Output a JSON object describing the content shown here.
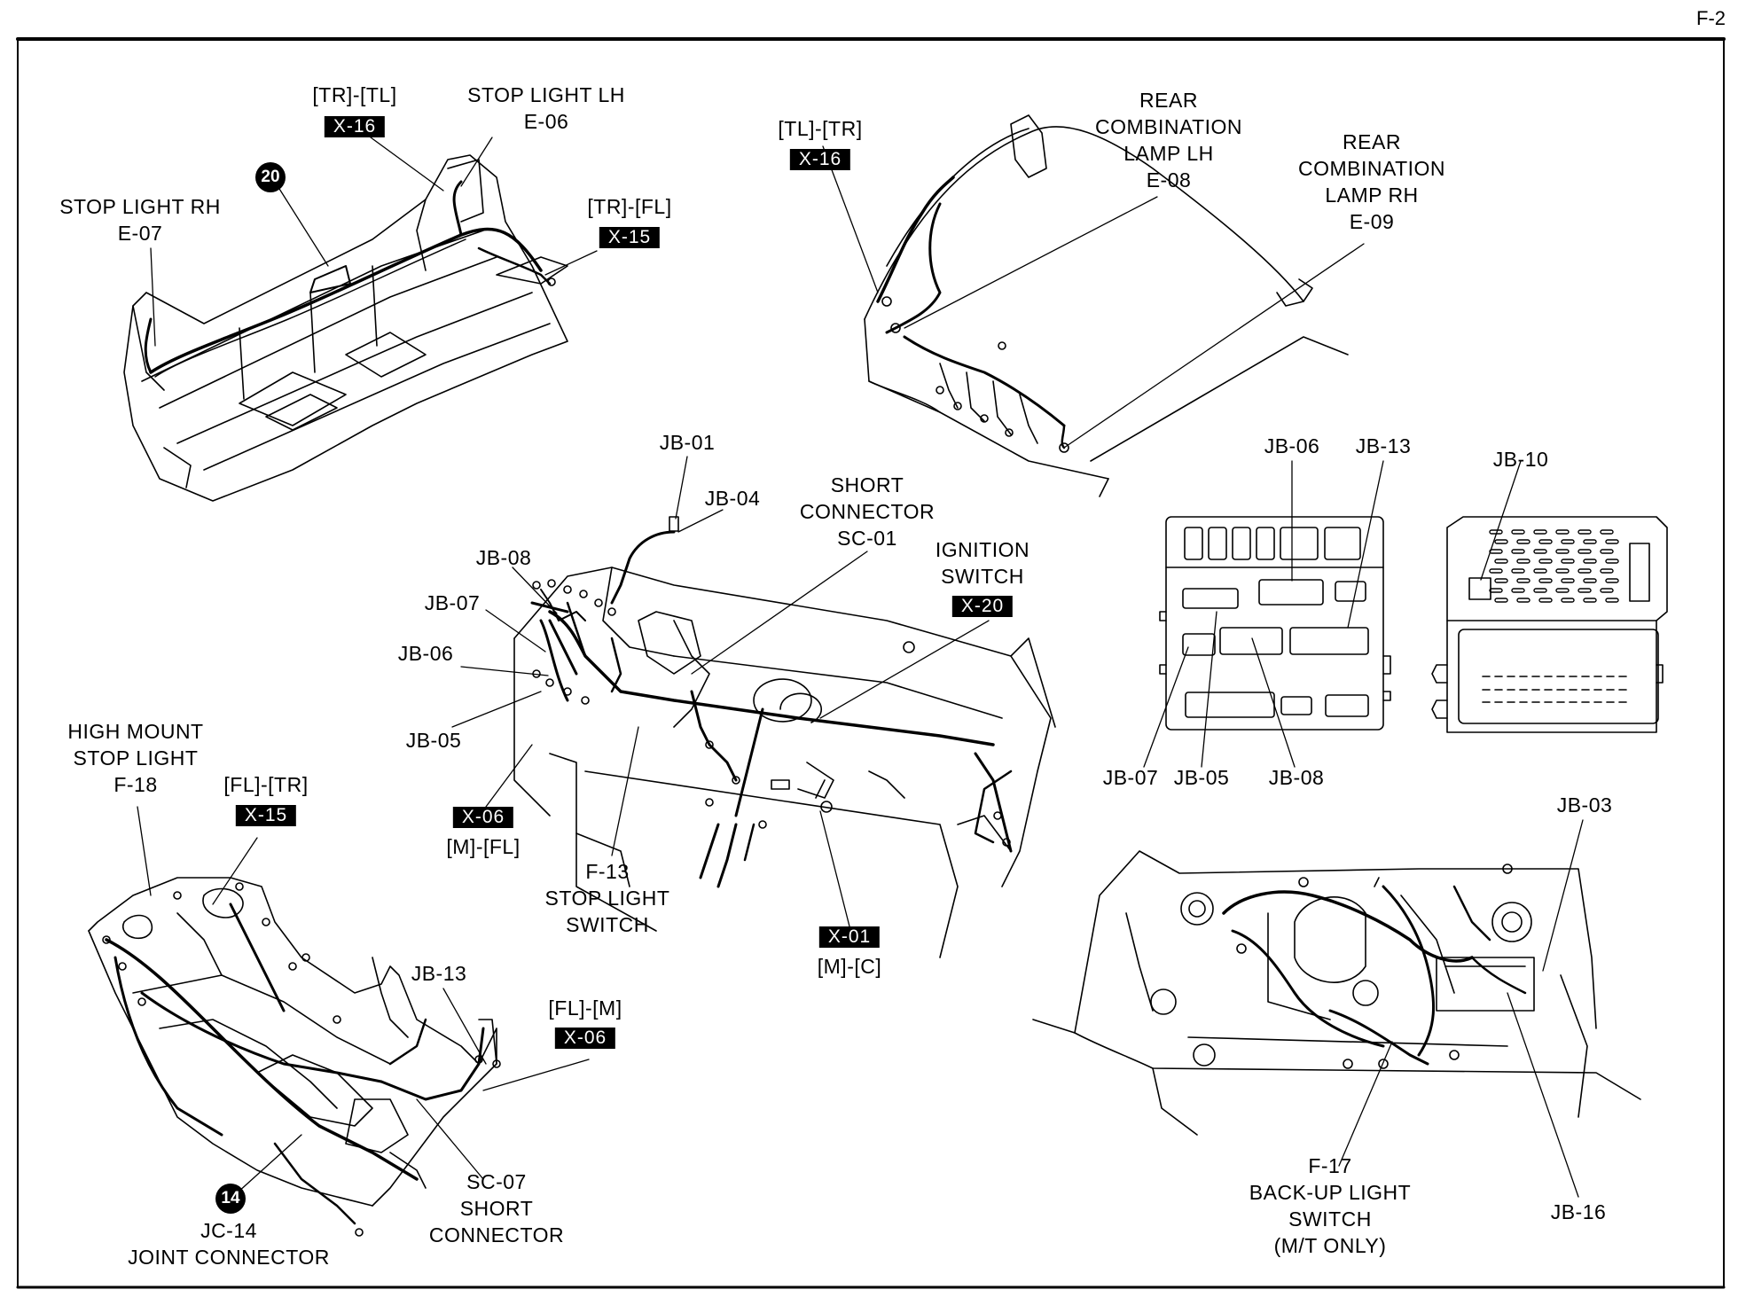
{
  "page_number": "F-2",
  "labels": {
    "tr_tl": "[TR]-[TL]",
    "stop_light_lh": [
      "STOP LIGHT LH",
      "E-06"
    ],
    "stop_light_rh": [
      "STOP LIGHT RH",
      "E-07"
    ],
    "tr_fl": "[TR]-[FL]",
    "tl_tr": "[TL]-[TR]",
    "rear_comb_lh": [
      "REAR",
      "COMBINATION",
      "LAMP LH",
      "E-08"
    ],
    "rear_comb_rh": [
      "REAR",
      "COMBINATION",
      "LAMP RH",
      "E-09"
    ],
    "jb01": "JB-01",
    "jb04": "JB-04",
    "short_connector_sc01": [
      "SHORT",
      "CONNECTOR",
      "SC-01"
    ],
    "ignition_switch": [
      "IGNITION",
      "SWITCH"
    ],
    "jb08_dash": "JB-08",
    "jb07_dash": "JB-07",
    "jb06_dash": "JB-06",
    "jb05_dash": "JB-05",
    "m_fl": "[M]-[FL]",
    "f13": [
      "F-13",
      "STOP LIGHT",
      "SWITCH"
    ],
    "m_c": "[M]-[C]",
    "high_mount": [
      "HIGH MOUNT",
      "STOP LIGHT",
      "F-18"
    ],
    "fl_tr": "[FL]-[TR]",
    "jb13_floor": "JB-13",
    "fl_m": "[FL]-[M]",
    "sc07": [
      "SC-07",
      "SHORT",
      "CONNECTOR"
    ],
    "jc14": [
      "JC-14",
      "JOINT CONNECTOR"
    ],
    "jb06_box": "JB-06",
    "jb13_box": "JB-13",
    "jb10_box": "JB-10",
    "jb07_box": "JB-07",
    "jb05_box": "JB-05",
    "jb08_box": "JB-08",
    "jb03": "JB-03",
    "f17": [
      "F-17",
      "BACK-UP LIGHT",
      "SWITCH",
      "(M/T ONLY)"
    ],
    "jb16": "JB-16"
  },
  "tags": {
    "x16_a": "X-16",
    "x15_a": "X-15",
    "x16_b": "X-16",
    "x20": "X-20",
    "x06_a": "X-06",
    "x01": "X-01",
    "x15_b": "X-15",
    "x06_b": "X-06"
  },
  "circles": {
    "c20": "20",
    "c14": "14"
  }
}
